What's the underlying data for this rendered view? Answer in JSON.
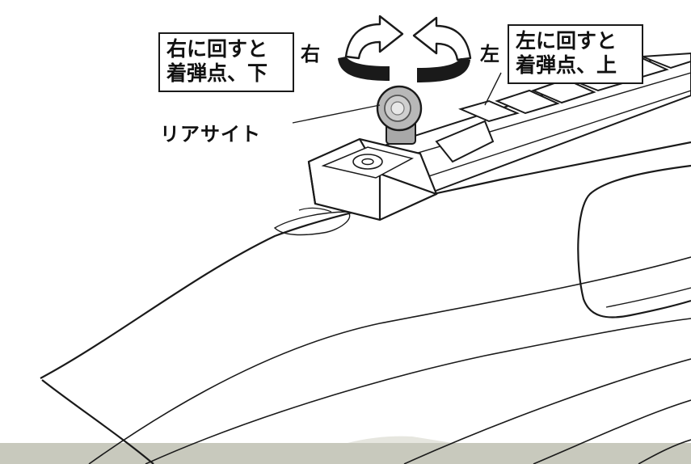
{
  "labels": {
    "right_box_line1": "右に回すと",
    "right_box_line2": "着弾点、下",
    "right_dir": "右",
    "left_dir": "左",
    "left_box_line1": "左に回すと",
    "left_box_line2": "着弾点、上",
    "rear_sight": "リアサイト"
  },
  "icons": {
    "clockwise": "rotate-right-arrow-icon",
    "counterclockwise": "rotate-left-arrow-icon"
  },
  "colors": {
    "line": "#1a1a1a",
    "sight_ring": "#b0b0b0",
    "bottom_band": "#c8c9bd"
  }
}
